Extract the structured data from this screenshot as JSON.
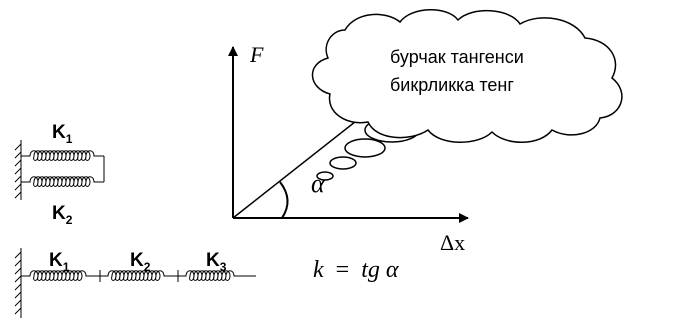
{
  "graph": {
    "y_axis_label": "F",
    "x_axis_label": "Δx",
    "angle_label": "α",
    "formula": {
      "lhs": "k",
      "equals": "=",
      "func": "tg",
      "arg": "α"
    }
  },
  "cloud": {
    "text_line1": "бурчак тангенси",
    "text_line2": "бикрликка тенг"
  },
  "springs_parallel": {
    "k1": {
      "base": "K",
      "sub": "1"
    },
    "k2": {
      "base": "K",
      "sub": "2"
    }
  },
  "springs_series": {
    "k1": {
      "base": "K",
      "sub": "1"
    },
    "k2": {
      "base": "K",
      "sub": "2"
    },
    "k3": {
      "base": "K",
      "sub": "3"
    }
  }
}
